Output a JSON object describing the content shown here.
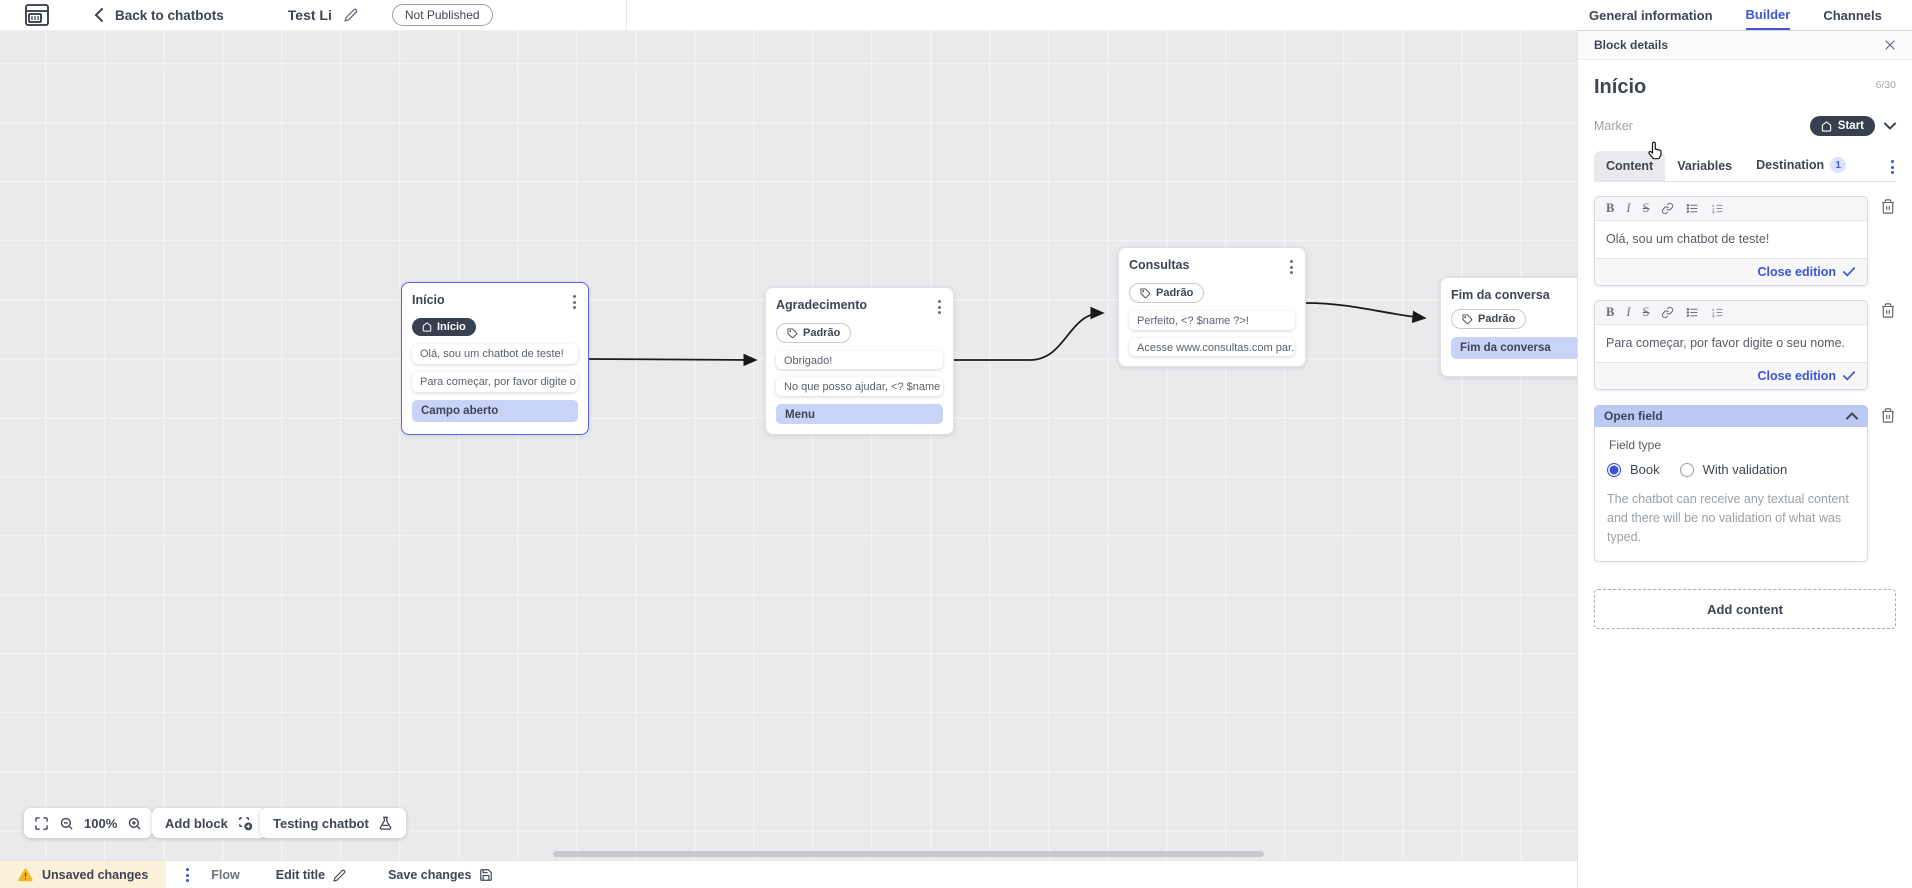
{
  "topbar": {
    "back_label": "Back to chatbots",
    "title": "Test Li",
    "status_badge": "Not Published",
    "tabs": [
      {
        "label": "General information"
      },
      {
        "label": "Builder"
      },
      {
        "label": "Channels"
      }
    ]
  },
  "panel": {
    "header": "Block details",
    "block_title": "Início",
    "char_counter": "6/30",
    "marker_label": "Marker",
    "marker_value": "Start",
    "tabs": [
      {
        "label": "Content"
      },
      {
        "label": "Variables"
      },
      {
        "label": "Destination",
        "badge": "1"
      }
    ],
    "editors": [
      {
        "text": "Olá, sou um chatbot de teste!",
        "close_label": "Close edition"
      },
      {
        "text": "Para começar, por favor digite o seu nome.",
        "close_label": "Close edition"
      }
    ],
    "open_field": {
      "title": "Open field",
      "field_type_label": "Field type",
      "options": [
        {
          "label": "Book",
          "selected": true
        },
        {
          "label": "With validation",
          "selected": false
        }
      ],
      "description": "The chatbot can receive any textual content and there will be no validation of what was typed."
    },
    "add_content_label": "Add content"
  },
  "canvas": {
    "blocks": [
      {
        "title": "Início",
        "marker": "Início",
        "items": [
          {
            "text": "Olá, sou um chatbot de teste!"
          },
          {
            "text": "Para começar, por favor digite o ..."
          },
          {
            "text": "Campo aberto"
          }
        ]
      },
      {
        "title": "Agradecimento",
        "marker": "Padrão",
        "items": [
          {
            "text": "Obrigado!"
          },
          {
            "text": "No que posso ajudar, <? $name ..."
          },
          {
            "text": "Menu"
          }
        ]
      },
      {
        "title": "Consultas",
        "marker": "Padrão",
        "items": [
          {
            "text": "Perfeito, <? $name ?>!"
          },
          {
            "text": "Acesse www.consultas.com par..."
          }
        ]
      },
      {
        "title": "Fim da conversa",
        "marker": "Padrão",
        "items": [
          {
            "text": "Fim da conversa"
          }
        ]
      }
    ],
    "controls": {
      "zoom_level": "100%",
      "add_block_label": "Add block",
      "testing_label": "Testing chatbot"
    }
  },
  "bottombar": {
    "unsaved_label": "Unsaved changes",
    "flow_label": "Flow",
    "edit_title_label": "Edit title",
    "save_label": "Save changes"
  },
  "colors": {
    "accent_blue": "#3f55dd",
    "highlight_periwinkle": "#c9d3f8",
    "open_field_header": "#bcc8f6",
    "dark_pill": "#36404e",
    "selected_block_border": "#5b64e8",
    "warning_bg": "#fbf0d8",
    "warning_icon": "#f2b824",
    "canvas_bg": "#eaeaec"
  },
  "icons": {
    "back-chevron": "‹",
    "edit-pencil": "✎",
    "close": "✕",
    "home": "⌂",
    "chevron-down": "⌄",
    "chevron-up": "⌃",
    "kebab": "⋮",
    "bold": "B",
    "italic": "I",
    "strikethrough": "S",
    "link": "chain",
    "bullet-list": "≔",
    "ordered-list": "⒈≔",
    "trash": "bin",
    "fullscreen": "⛶",
    "zoom-out": "−",
    "zoom-in": "+",
    "add-block": "⊞",
    "flask": "beaker",
    "warning": "⚠",
    "save": "disk",
    "tag": "label",
    "pointer": "hand"
  }
}
